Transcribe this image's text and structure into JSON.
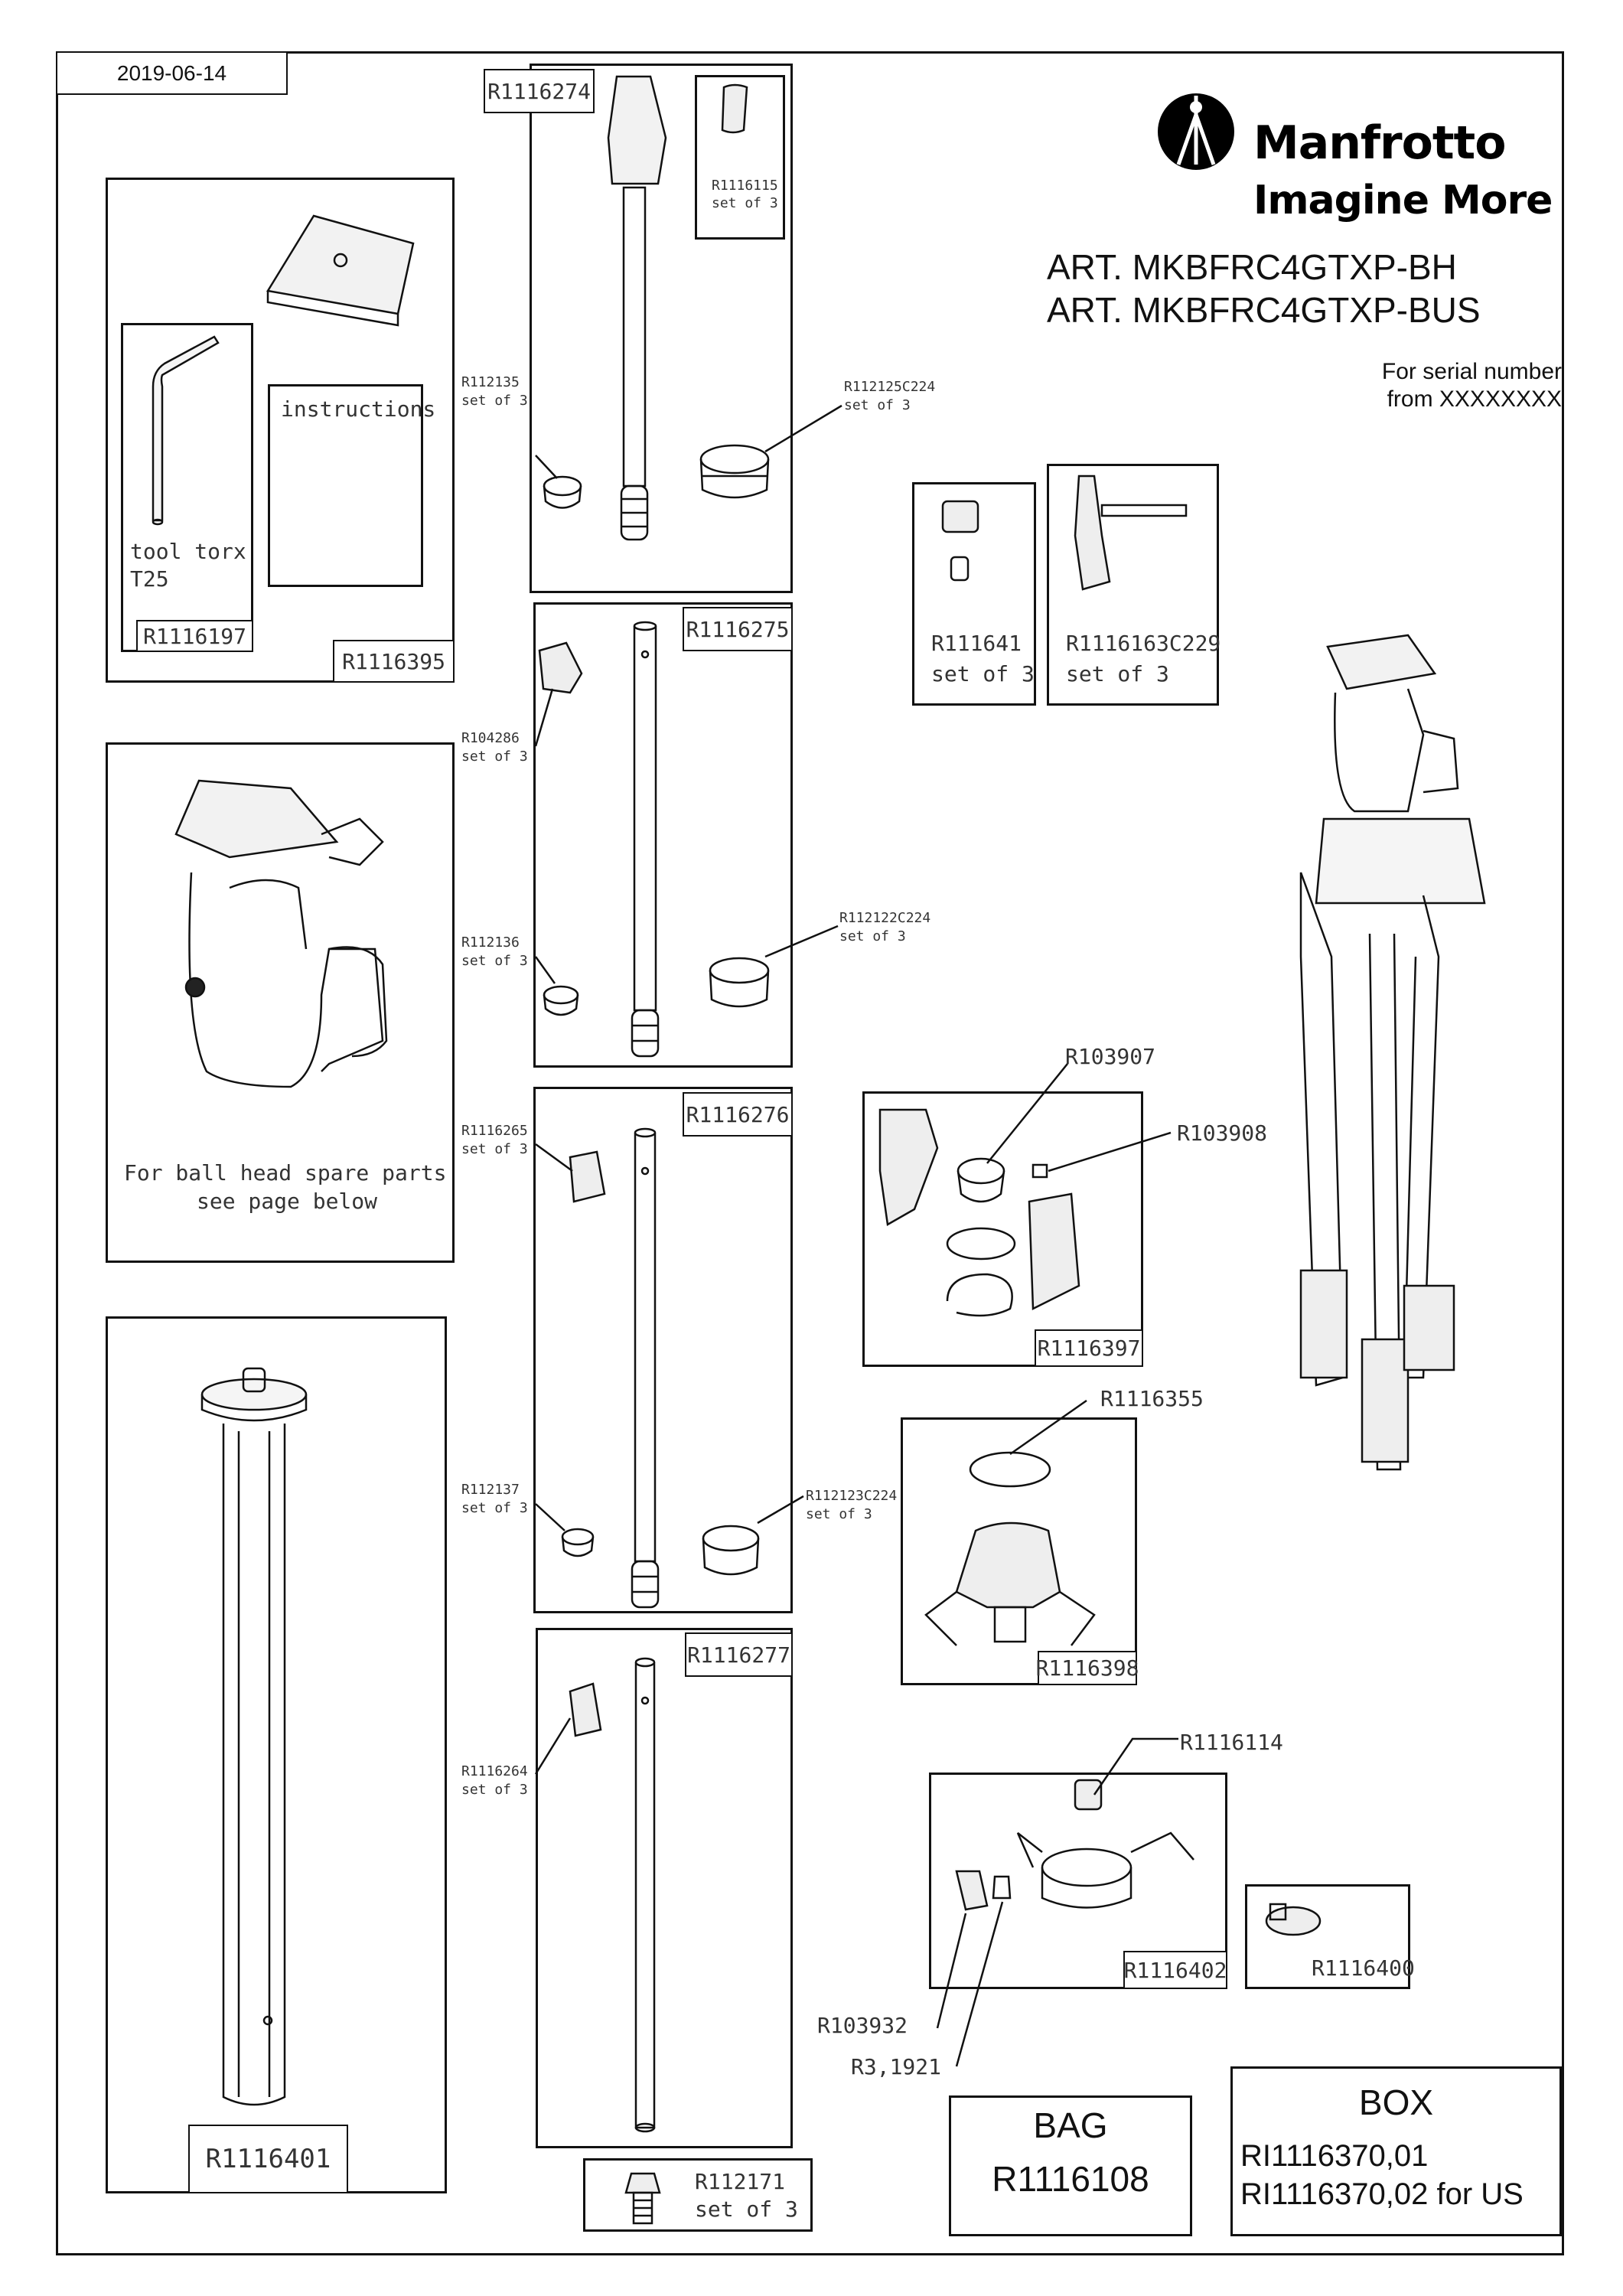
{
  "date": "2019-06-14",
  "brand": {
    "name": "Manfrotto",
    "tagline": "Imagine More"
  },
  "art_lines": [
    "ART. MKBFRC4GTXP-BH",
    "ART. MKBFRC4GTXP-BUS"
  ],
  "serial": {
    "line1": "For serial number",
    "line2": "from XXXXXXXX"
  },
  "accessories_box": {
    "label": "R1116395",
    "tool_label": "R1116197",
    "tool_text1": "tool torx",
    "tool_text2": "T25",
    "instructions": "instructions"
  },
  "ball_head_note": {
    "line1": "For ball head spare parts",
    "line2": "see page below"
  },
  "center_column": "R1116401",
  "legs": [
    {
      "label": "R1116274",
      "left_part": "R112135",
      "left_qty": "set of 3",
      "right_part": "R112125C224",
      "right_qty": "set of 3",
      "top_part": "R1116115",
      "top_qty": "set of 3"
    },
    {
      "label": "R1116275",
      "left_part": "R104286",
      "left_qty": "set of 3",
      "left_part2": "R112136",
      "left_qty2": "set of 3",
      "right_part": "R112122C224",
      "right_qty": "set of 3"
    },
    {
      "label": "R1116276",
      "left_part": "R1116265",
      "left_qty": "set of 3",
      "left_part2": "R112137",
      "left_qty2": "set of 3",
      "right_part": "R112123C224",
      "right_qty": "set of 3"
    },
    {
      "label": "R1116277",
      "left_part": "R1116264",
      "left_qty": "set of 3"
    }
  ],
  "foot": {
    "part": "R112171",
    "qty": "set of 3"
  },
  "small_parts": [
    {
      "part": "R111641",
      "qty": "set of 3"
    },
    {
      "part": "R1116163C229",
      "qty": "set of 3"
    }
  ],
  "leg_lock": {
    "label": "R1116397",
    "callout1": "R103907",
    "callout2": "R103908"
  },
  "spider": {
    "label": "R1116398",
    "callout": "R1116355"
  },
  "collar": {
    "label": "R1116402",
    "callout_top": "R1116114",
    "callout_a": "R103932",
    "callout_b": "R3,1921"
  },
  "knob": "R1116400",
  "bag": {
    "title": "BAG",
    "code": "R1116108"
  },
  "box": {
    "title": "BOX",
    "line1": "RI1116370,01",
    "line2": "RI1116370,02 for US"
  }
}
